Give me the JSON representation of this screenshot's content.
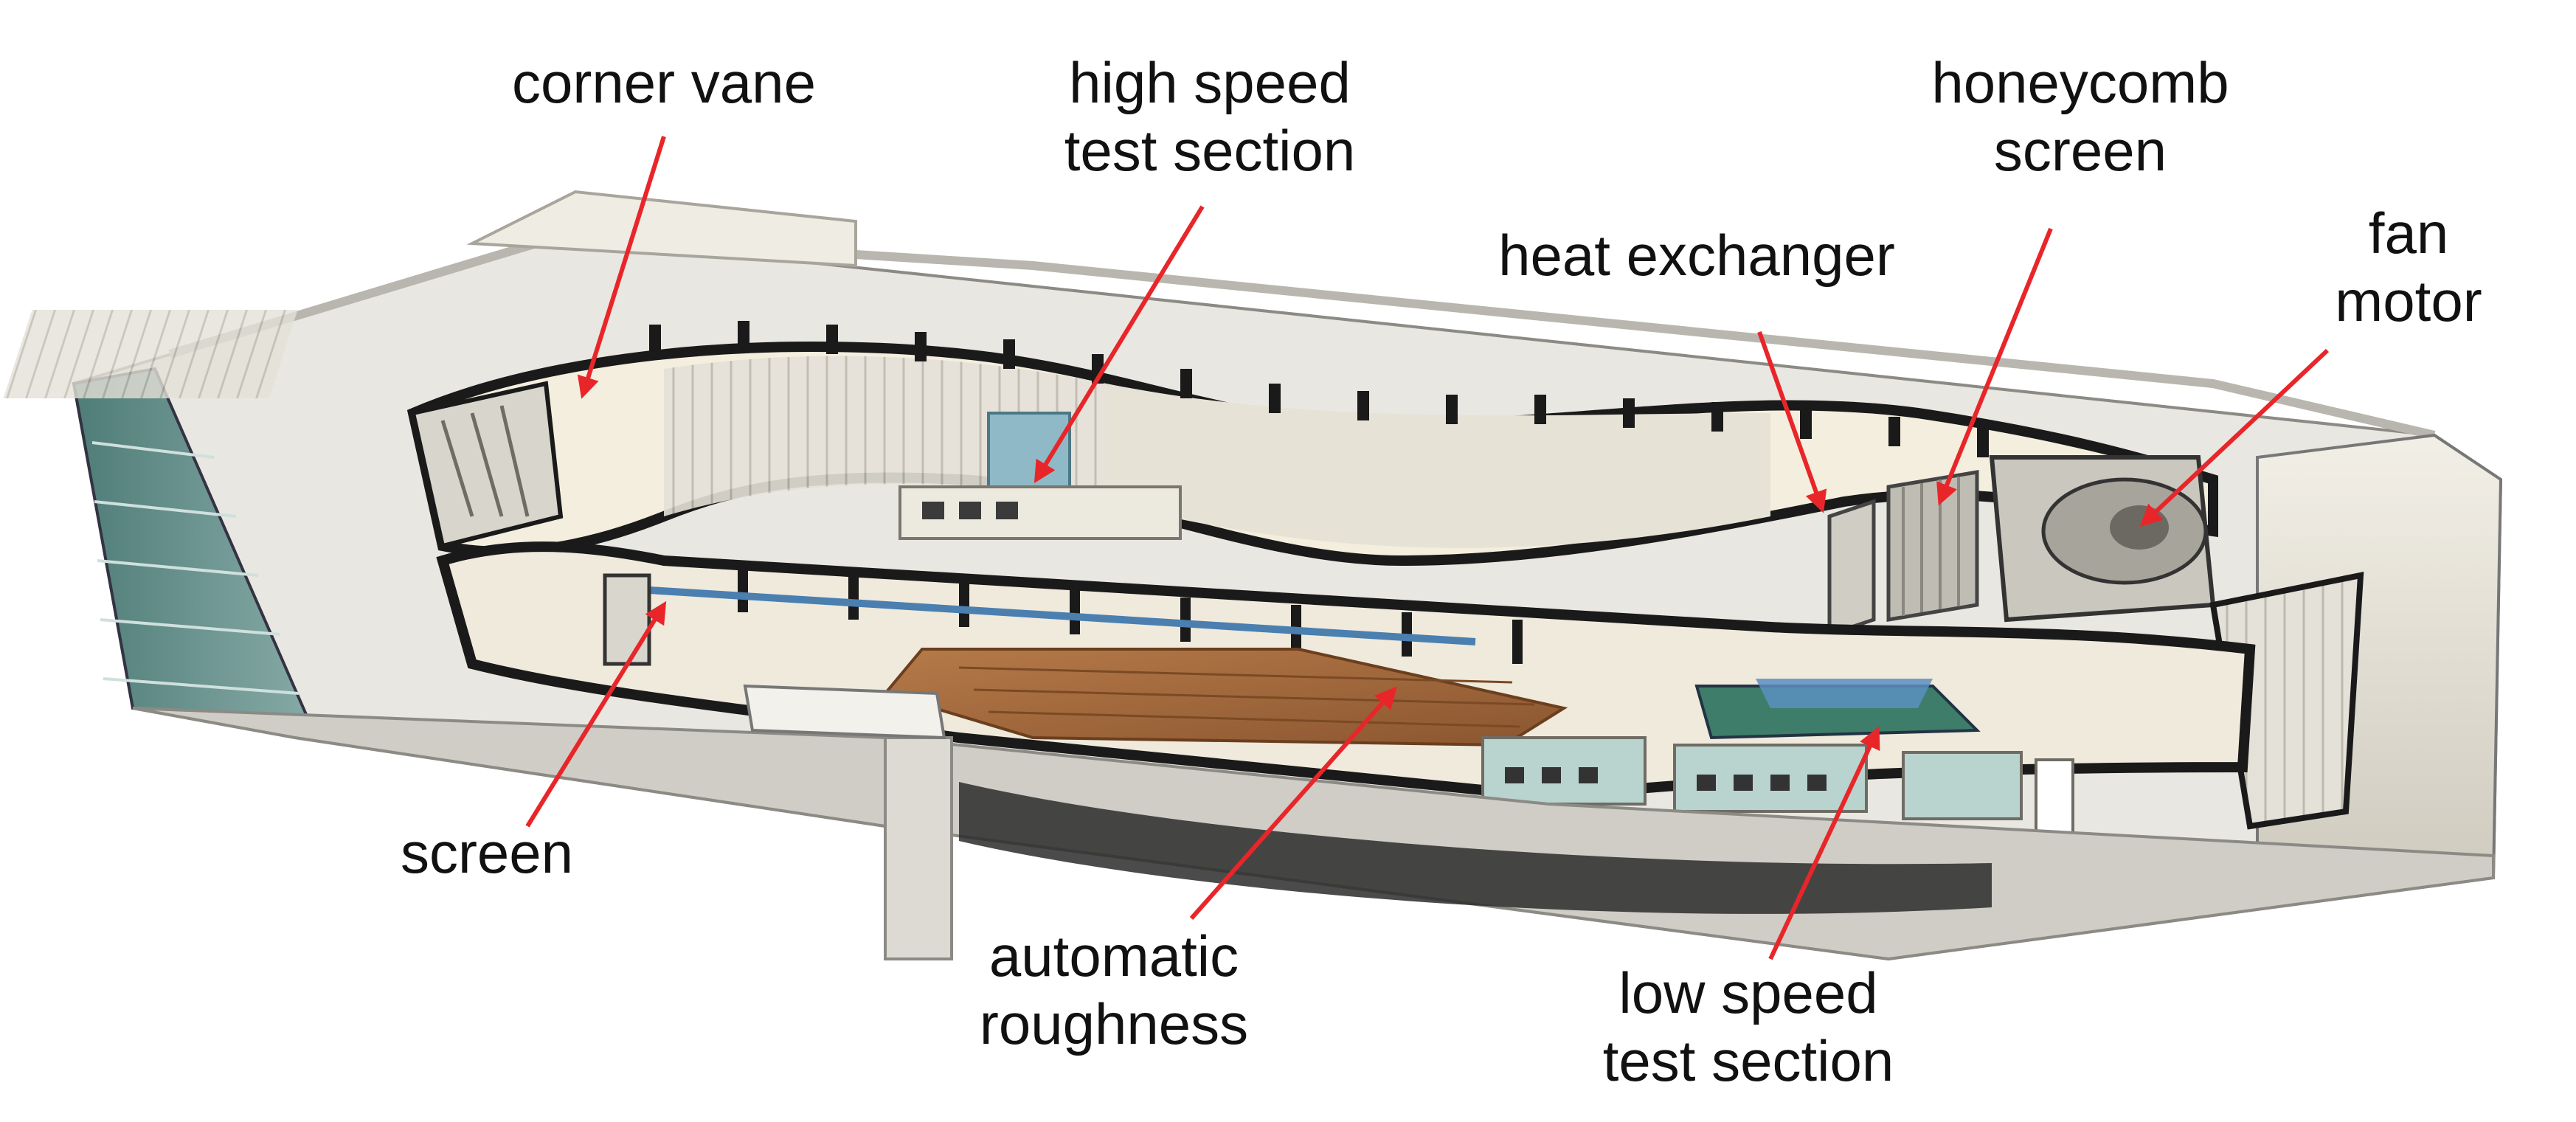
{
  "labels": {
    "corner_vane": "corner vane",
    "high_speed": [
      "high speed",
      "test section"
    ],
    "honeycomb": [
      "honeycomb",
      "screen"
    ],
    "heat_exchanger": "heat exchanger",
    "fan_motor": [
      "fan",
      "motor"
    ],
    "screen": "screen",
    "automatic_roughness": [
      "automatic",
      "roughness"
    ],
    "low_speed": [
      "low speed",
      "test section"
    ]
  },
  "colors": {
    "arrow": "#e8262a",
    "outline": "#1a1a1a",
    "concrete": "#d9d8d3",
    "interior": "#ece9dc",
    "floor_wood": "#a0663a",
    "glass": "#5f8a86",
    "duct_dark": "#2a2a2a"
  }
}
